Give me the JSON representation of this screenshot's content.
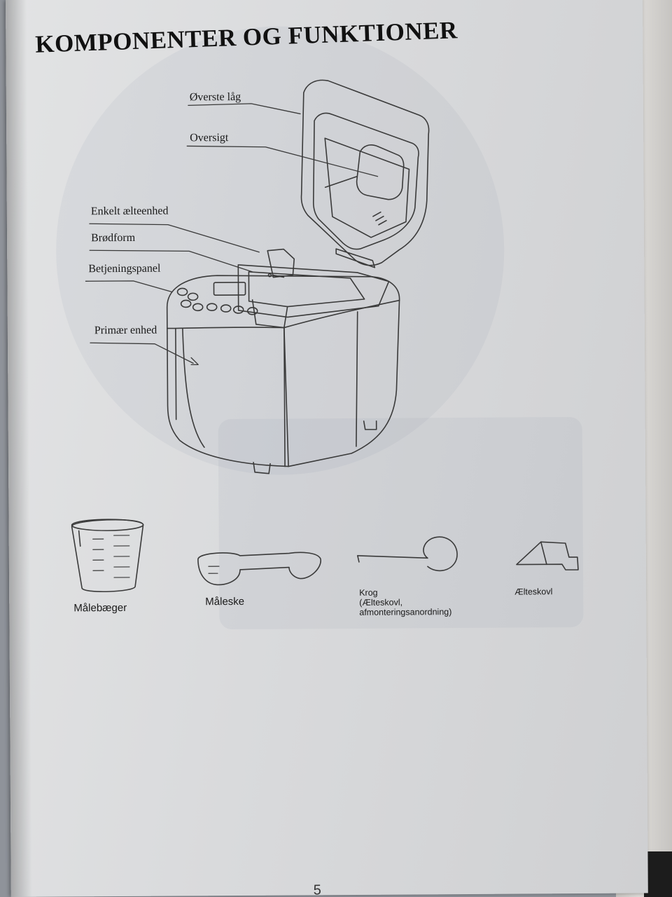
{
  "title": "KOMPONENTER OG FUNKTIONER",
  "callouts": {
    "top_lid": "Øverste låg",
    "viewing_window": "Oversigt",
    "kneading_unit": "Enkelt ælteenhed",
    "bread_pan": "Brødform",
    "control_panel": "Betjeningspanel",
    "main_unit": "Primær enhed"
  },
  "accessories": {
    "measuring_cup": "Målebæger",
    "measuring_spoon": "Måleske",
    "hook_line1": "Krog",
    "hook_line2": "(Ælteskovl,",
    "hook_line3": "afmonteringsanordning)",
    "kneading_paddle": "Ælteskovl"
  },
  "page_number": "5"
}
